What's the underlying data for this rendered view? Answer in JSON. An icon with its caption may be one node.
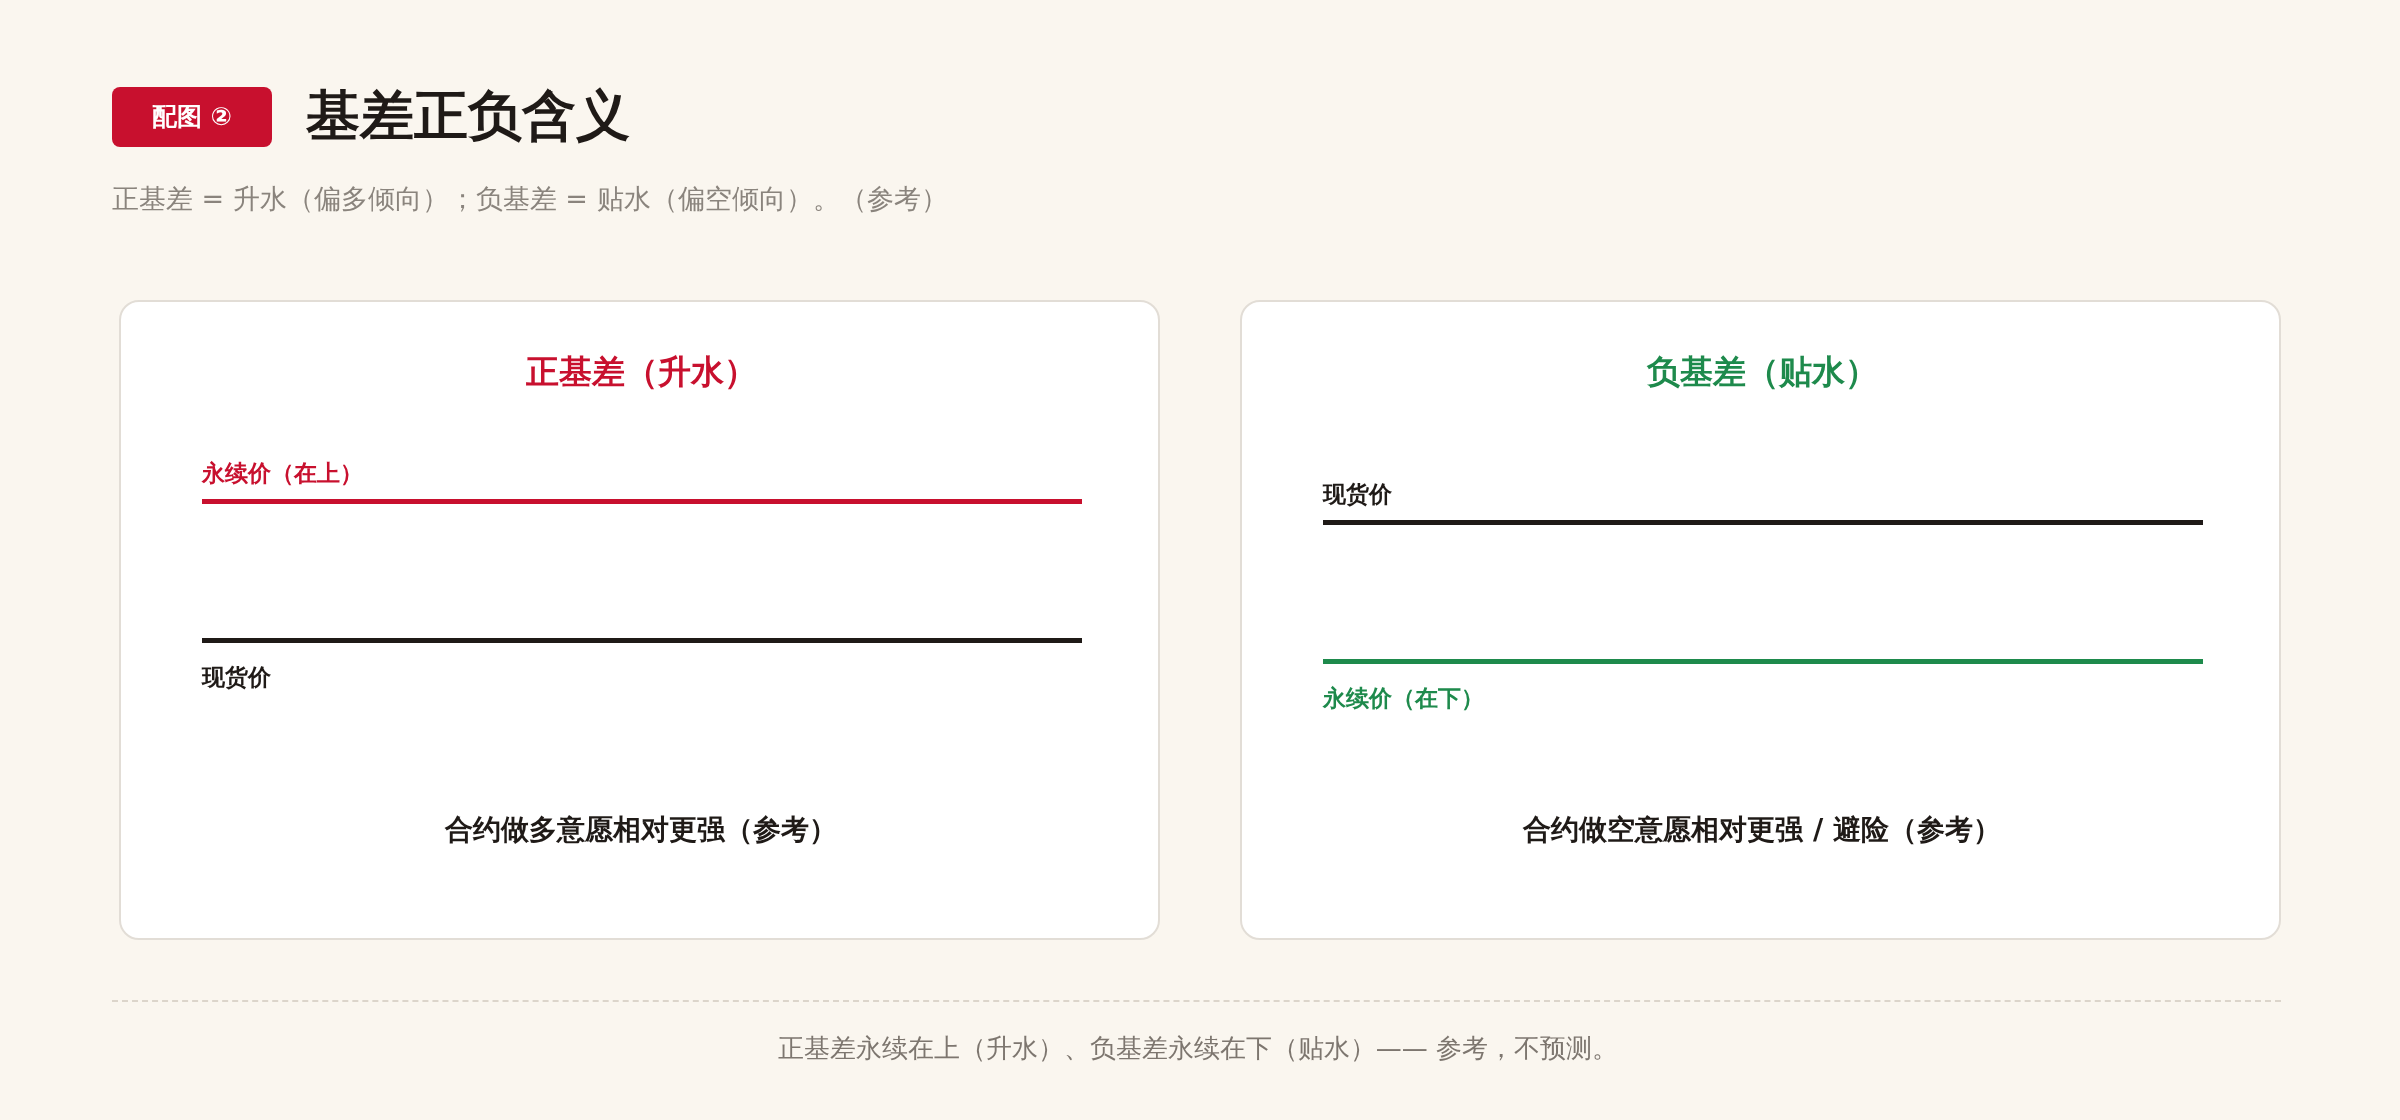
{
  "diagram": {
    "title": "基差正负含义",
    "caption": "正基差永续在上（升水）、负基差永续在下（贴水）—— 参考，不预测。",
    "nodes": [
      {
        "text": [
          "正基差（升水）",
          "永续价（在上）",
          "现货价",
          "合约做多意愿相对更强（参考）"
        ]
      },
      {
        "text": [
          "负基差（贴水）",
          "现货价",
          "永续价（在下）",
          "合约做空意愿相对更强 / 避险（参考）"
        ]
      }
    ],
    "labels": [
      "配图 ②",
      "正基差 = 升水（偏多倾向）；负基差 = 贴水（偏空倾向）。（参考）"
    ]
  }
}
